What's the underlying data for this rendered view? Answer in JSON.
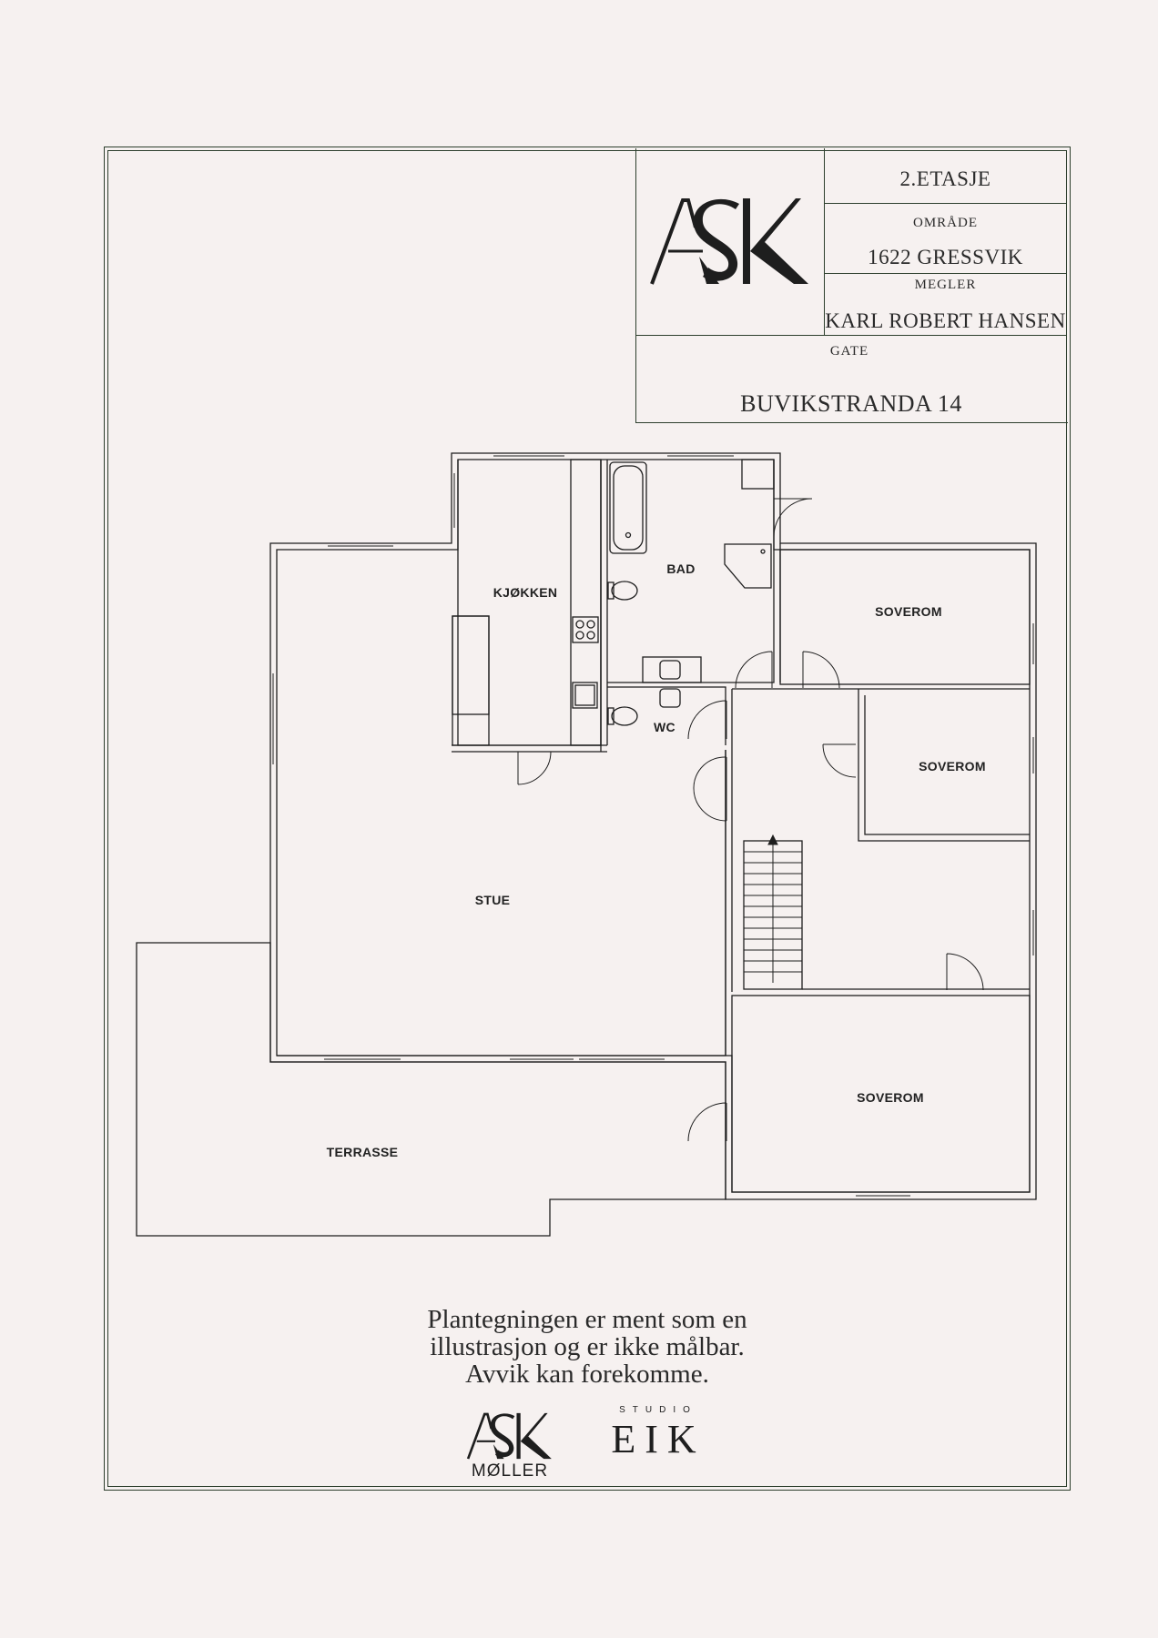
{
  "title_block": {
    "floor": "2.ETASJE",
    "area_label": "OMRÅDE",
    "area_value": "1622 GRESSVIK",
    "agent_label": "MEGLER",
    "agent_value": "KARL ROBERT HANSEN",
    "street_label": "GATE",
    "street_value": "BUVIKSTRANDA 14",
    "logo_text": "ASK"
  },
  "rooms": {
    "kitchen": "KJØKKEN",
    "bath": "BAD",
    "wc": "WC",
    "bedroom1": "SOVEROM",
    "bedroom2": "SOVEROM",
    "bedroom3": "SOVEROM",
    "living": "STUE",
    "terrace": "TERRASSE"
  },
  "disclaimer": {
    "line1": "Plantegningen er ment som en",
    "line2": "illustrasjon og er ikke målbar.",
    "line3": "Avvik kan forekomme."
  },
  "footer_logos": {
    "ask_main": "ASK",
    "ask_sub": "MØLLER",
    "studio_small": "STUDIO",
    "studio_main": "EIK"
  },
  "colors": {
    "background": "#f6f1f0",
    "frame": "#2d3f2d",
    "ink": "#1e1e1e"
  }
}
